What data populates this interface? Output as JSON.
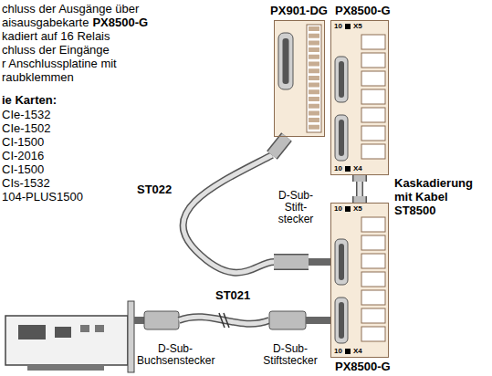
{
  "diagram": {
    "nodes": [
      {
        "text": [
          "PX901-DG"
        ]
      },
      {
        "text": [
          "PX8500-G"
        ]
      },
      {
        "text": [
          "PX8500-G"
        ]
      }
    ],
    "edges": [
      {
        "from": 0,
        "to": 2,
        "label": "ST022",
        "arrow": "none"
      },
      {
        "from": 1,
        "to": 2,
        "label": "Kaskadierung mit Kabel ST8500",
        "arrow": "none"
      }
    ],
    "labels": [
      "chluss der Ausgänge über",
      "aisausgabekarte",
      "PX8500-G",
      "kadiert auf 16 Relais",
      "chluss der Eingänge",
      "r Anschlussplatine mit",
      "raubklemmen",
      "ie Karten:",
      "CIe-1532",
      "CIe-1502",
      "CI-1500",
      "CI-2016",
      "CI-1500",
      "CIs-1532",
      "104-PLUS1500",
      "D-Sub- Stift- stecker",
      "ST021",
      "D-Sub- Buchsenstecker",
      "D-Sub- Stiftstecker",
      "10",
      "X5",
      "10",
      "X4",
      "10",
      "X5",
      "10",
      "X4"
    ]
  }
}
